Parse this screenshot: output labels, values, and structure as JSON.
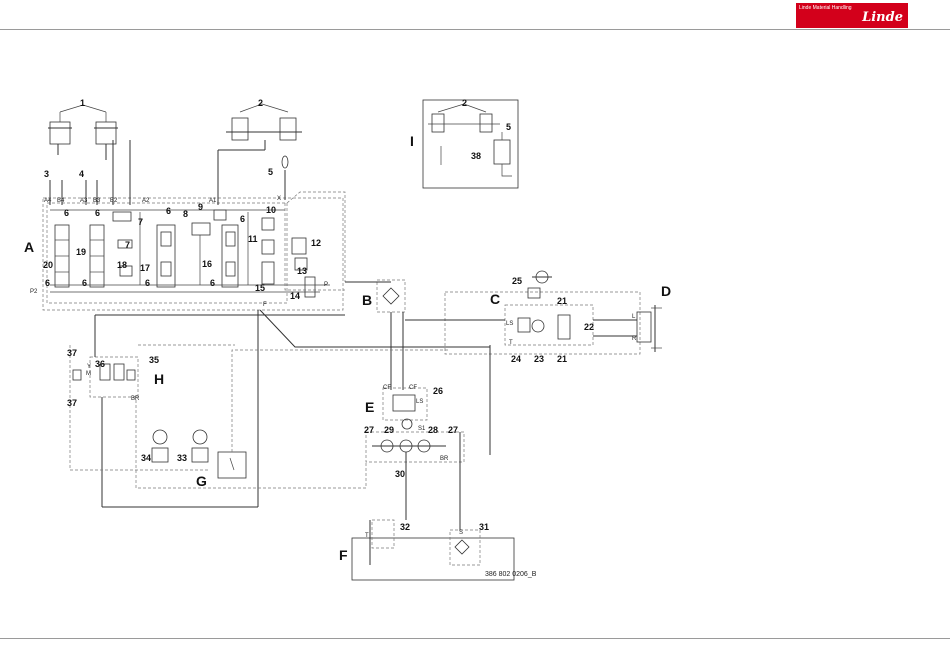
{
  "header": {
    "brand_name": "Linde Material Handling",
    "brand_logo": "Linde",
    "brand_color": "#d3001b"
  },
  "diagram": {
    "sections": [
      "A",
      "B",
      "C",
      "D",
      "E",
      "F",
      "G",
      "H",
      "I"
    ],
    "numbers": [
      "1",
      "2",
      "3",
      "4",
      "5",
      "6",
      "7",
      "8",
      "9",
      "10",
      "11",
      "12",
      "13",
      "14",
      "15",
      "16",
      "17",
      "18",
      "19",
      "20",
      "21",
      "22",
      "23",
      "24",
      "25",
      "26",
      "27",
      "28",
      "29",
      "30",
      "31",
      "32",
      "33",
      "34",
      "35",
      "36",
      "37",
      "38"
    ],
    "ports": [
      "A4",
      "B4",
      "A3",
      "B3",
      "B2",
      "A2",
      "A1",
      "X",
      "P2",
      "P",
      "LS",
      "CF",
      "T",
      "S",
      "R",
      "L",
      "BR",
      "M",
      "Y",
      "S1",
      "F"
    ],
    "document_number": "386 802 0206_B"
  }
}
